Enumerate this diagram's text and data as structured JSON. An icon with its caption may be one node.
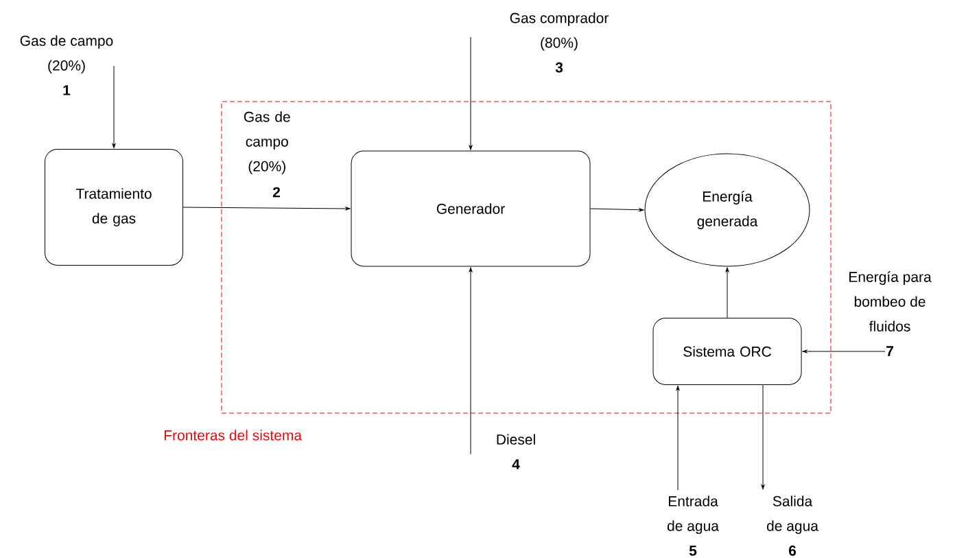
{
  "diagram": {
    "nodes": [
      {
        "text": [
          "Gas de campo (20%)",
          "1"
        ]
      },
      {
        "text": [
          "Tratamiento de gas"
        ]
      },
      {
        "text": [
          "Gas comprador (80%)",
          "3"
        ]
      },
      {
        "text": [
          "Fronteras del sistema"
        ]
      },
      {
        "text": [
          "Generador"
        ],
        "in": 3
      },
      {
        "text": [
          "Energía generada"
        ],
        "in": 3
      },
      {
        "text": [
          "Sistema ORC"
        ],
        "in": 3
      },
      {
        "text": [
          "Energía para bombeo de fluidos",
          "7"
        ]
      },
      {
        "text": [
          "Diesel",
          "4"
        ]
      },
      {
        "text": [
          "Entrada de agua",
          "5"
        ]
      },
      {
        "text": [
          "Salida de agua",
          "6"
        ]
      }
    ],
    "edges": [
      {
        "from": 0,
        "to": 1,
        "arrow": "to"
      },
      {
        "from": 1,
        "to": 4,
        "arrow": "to",
        "label": "Gas de campo (20%)"
      },
      {
        "from": 2,
        "to": 4,
        "arrow": "to"
      },
      {
        "from": 8,
        "to": 4,
        "arrow": "to"
      },
      {
        "from": 4,
        "to": 5,
        "arrow": "to"
      },
      {
        "from": 6,
        "to": 5,
        "arrow": "to"
      },
      {
        "from": 7,
        "to": 6,
        "arrow": "to"
      },
      {
        "from": 9,
        "to": 6,
        "arrow": "to"
      },
      {
        "from": 6,
        "to": 10,
        "arrow": "to"
      }
    ],
    "labels": [
      "2"
    ]
  }
}
